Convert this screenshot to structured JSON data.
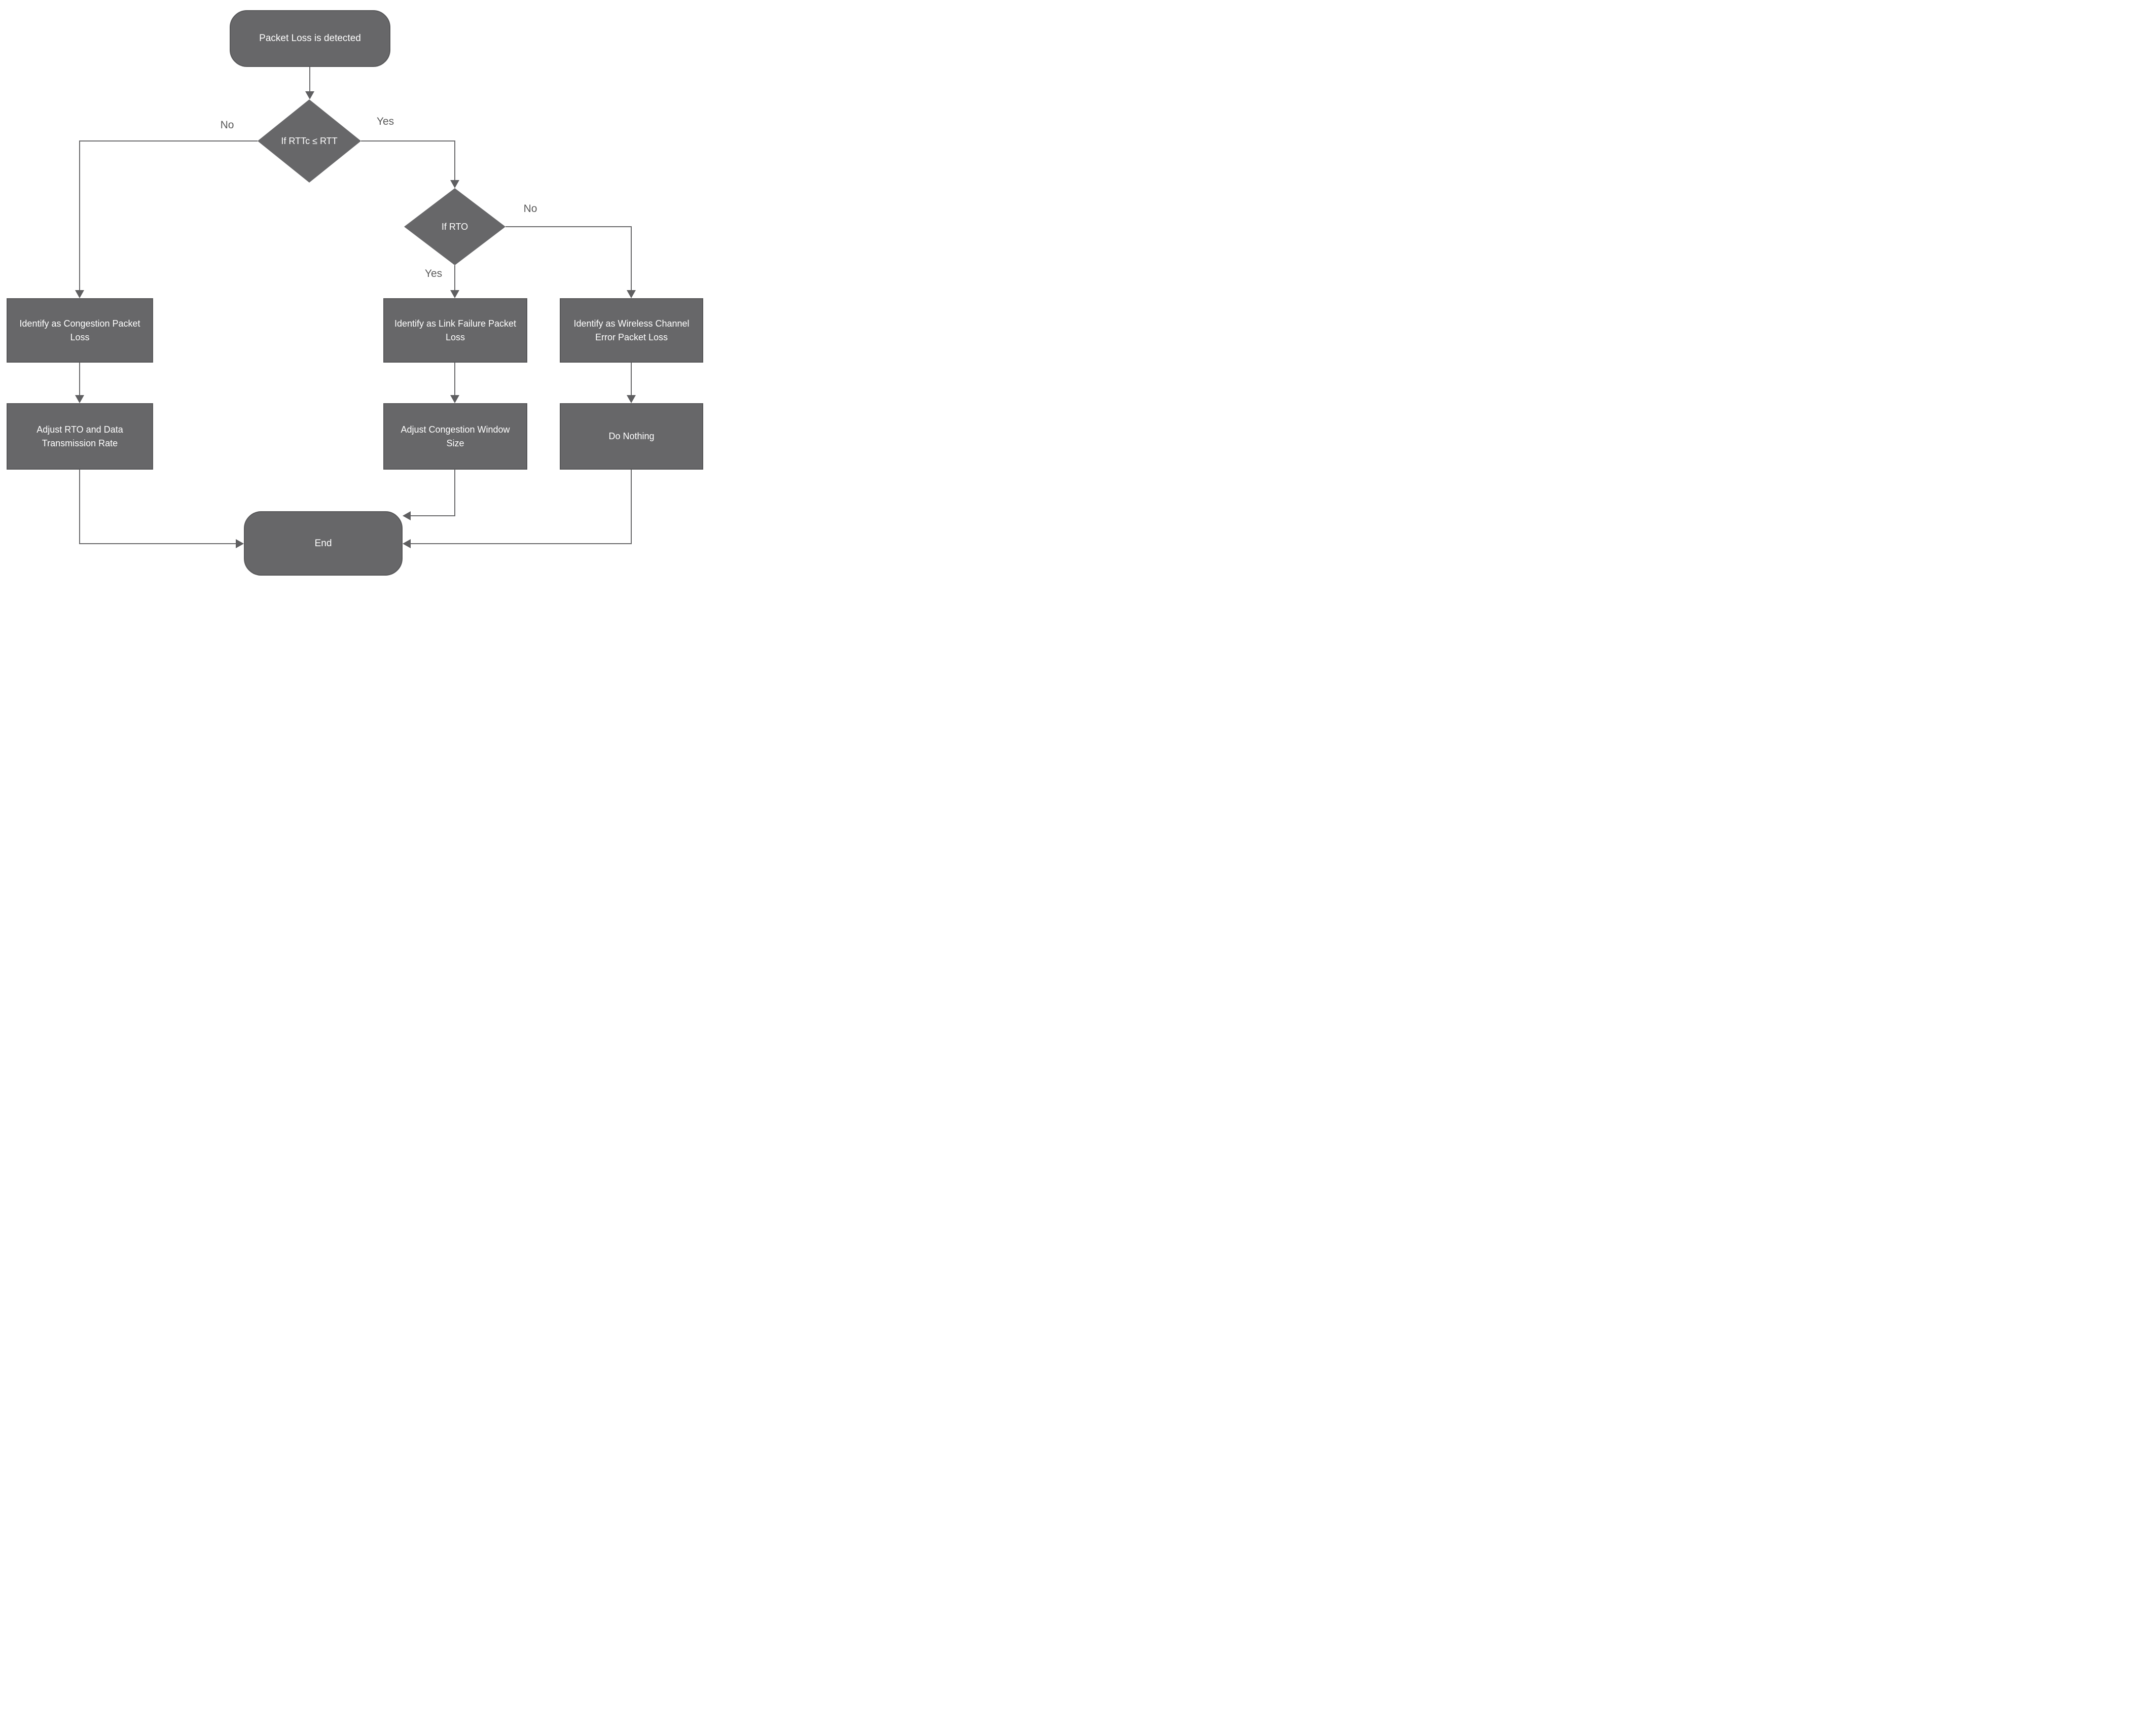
{
  "flowchart": {
    "nodes": {
      "start": {
        "label": "Packet Loss is detected",
        "shape": "rounded"
      },
      "rtt_decision": {
        "label": "If RTTc ≤ RTT",
        "shape": "diamond"
      },
      "rto_decision": {
        "label": "If RTO",
        "shape": "diamond"
      },
      "congestion_loss": {
        "label": "Identify as Congestion Packet Loss",
        "shape": "rect"
      },
      "link_failure_loss": {
        "label": "Identify as Link Failure Packet Loss",
        "shape": "rect"
      },
      "wireless_loss": {
        "label": "Identify as Wireless Channel Error Packet Loss",
        "shape": "rect"
      },
      "adjust_rto": {
        "label": "Adjust RTO and Data Transmission Rate",
        "shape": "rect"
      },
      "adjust_window": {
        "label": "Adjust Congestion Window Size",
        "shape": "rect"
      },
      "do_nothing": {
        "label": "Do Nothing",
        "shape": "rect"
      },
      "end": {
        "label": "End",
        "shape": "rounded"
      }
    },
    "edge_labels": {
      "rtt_no": "No",
      "rtt_yes": "Yes",
      "rto_yes": "Yes",
      "rto_no": "No"
    },
    "edges": [
      {
        "from": "start",
        "to": "rtt_decision"
      },
      {
        "from": "rtt_decision",
        "to": "congestion_loss",
        "label": "No"
      },
      {
        "from": "rtt_decision",
        "to": "rto_decision",
        "label": "Yes"
      },
      {
        "from": "rto_decision",
        "to": "link_failure_loss",
        "label": "Yes"
      },
      {
        "from": "rto_decision",
        "to": "wireless_loss",
        "label": "No"
      },
      {
        "from": "congestion_loss",
        "to": "adjust_rto"
      },
      {
        "from": "link_failure_loss",
        "to": "adjust_window"
      },
      {
        "from": "wireless_loss",
        "to": "do_nothing"
      },
      {
        "from": "adjust_rto",
        "to": "end"
      },
      {
        "from": "adjust_window",
        "to": "end"
      },
      {
        "from": "do_nothing",
        "to": "end"
      }
    ],
    "colors": {
      "background": "#ffffff",
      "node_fill": "#676769",
      "node_border": "#58585a",
      "node_text": "#ffffff",
      "connector": "#6b6b6d",
      "arrowhead": "#5f5f61",
      "edge_label_text": "#5a5a5a"
    }
  }
}
